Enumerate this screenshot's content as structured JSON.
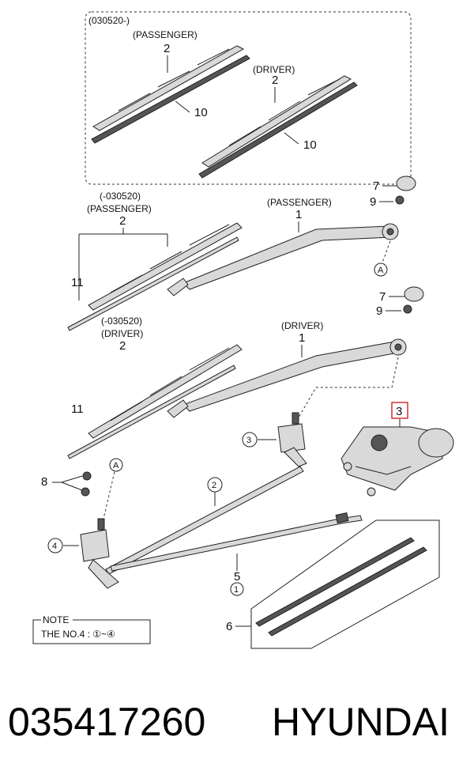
{
  "diagram": {
    "inset_label": "(030520-)",
    "labels": {
      "passenger": "(PASSENGER)",
      "driver": "(DRIVER)",
      "before_date": "(-030520)"
    },
    "callouts": {
      "n1": "1",
      "n2": "2",
      "n3": "3",
      "n4": "4",
      "n5": "5",
      "n6": "6",
      "n7": "7",
      "n8": "8",
      "n9": "9",
      "n10": "10",
      "n11": "11",
      "a": "A",
      "c1": "1",
      "c2": "2",
      "c3": "3",
      "c4": "4"
    },
    "note": {
      "title": "NOTE",
      "text": "THE NO.4 : ①~④"
    },
    "highlight_color": "#d33333"
  },
  "footer": {
    "part_number": "035417260",
    "brand": "HYUNDAI"
  }
}
